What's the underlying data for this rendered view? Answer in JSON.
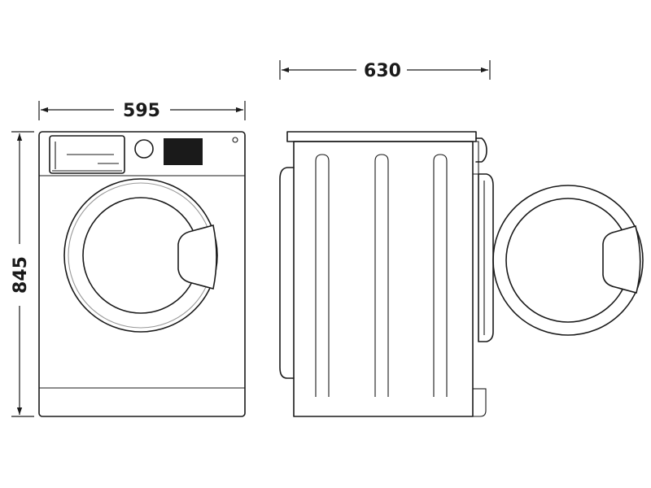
{
  "dimensions": {
    "width": {
      "label": "595",
      "unit_value": 595
    },
    "height": {
      "label": "845",
      "unit_value": 845
    },
    "depth": {
      "label": "630",
      "unit_value": 630
    }
  },
  "views": {
    "front": {
      "icon": "washing-machine-front-view"
    },
    "side": {
      "icon": "washing-machine-side-view"
    },
    "door_open": {
      "icon": "open-door-view"
    }
  }
}
